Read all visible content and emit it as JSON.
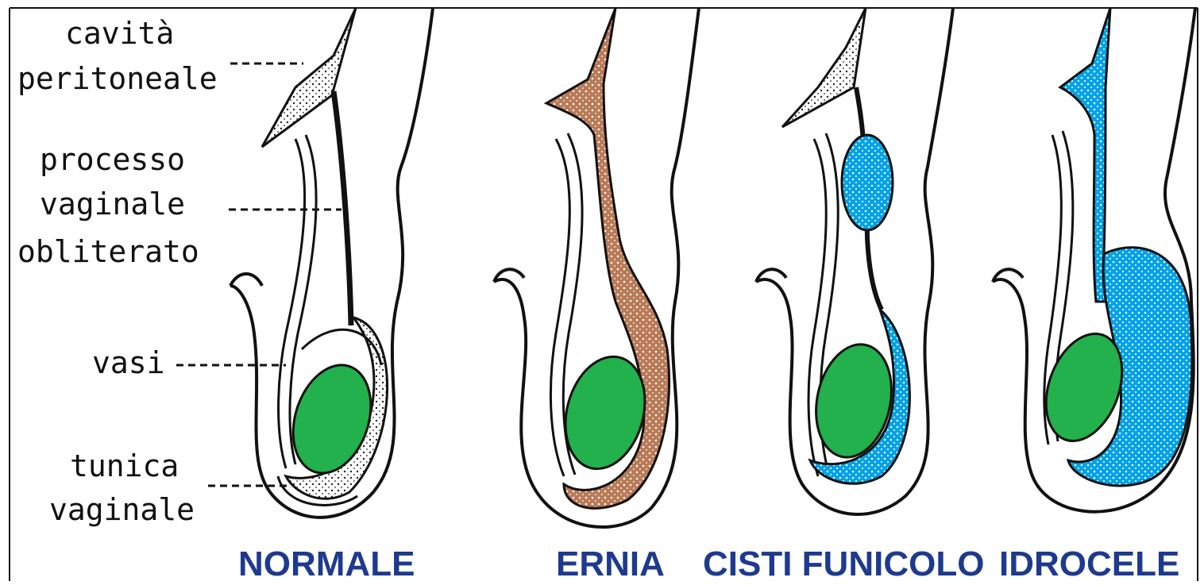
{
  "labels": {
    "cavita": "cavità",
    "peritoneale": "peritoneale",
    "processo": "processo",
    "vaginale": "vaginale",
    "obliterato": "obliterato",
    "vasi": "vasi",
    "tunica": "tunica",
    "vaginale2": "vaginale"
  },
  "captions": {
    "normale": "NORMALE",
    "ernia": "ERNIA",
    "cisti": "CISTI FUNICOLO",
    "idrocele": "IDROCELE"
  },
  "colors": {
    "testis": "#22b14c",
    "hernia": "#b97a57",
    "fluid": "#00a2e8",
    "outline": "#111111",
    "caption": "#1d3a8f"
  }
}
